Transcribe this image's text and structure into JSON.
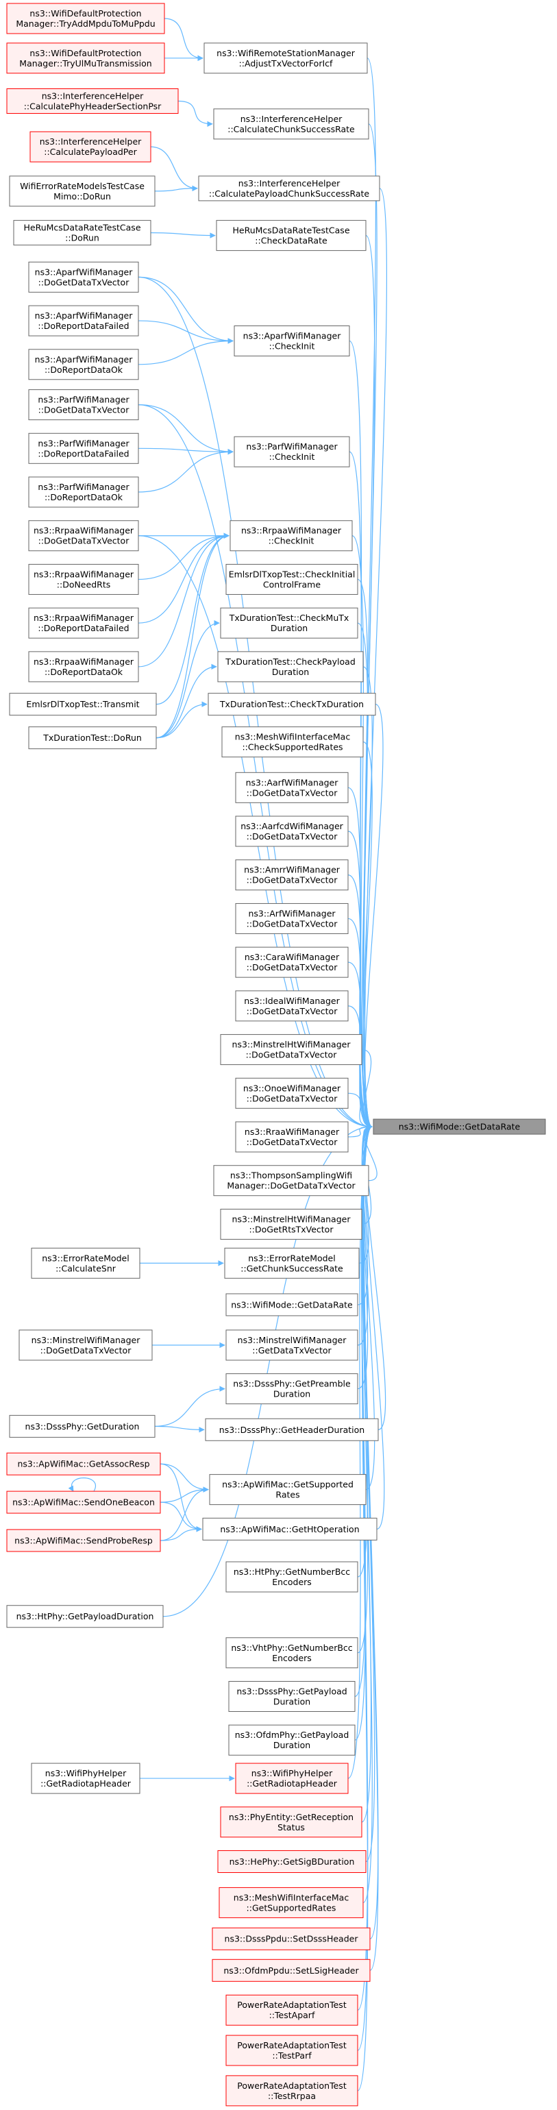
{
  "target": {
    "id": "target",
    "lines": [
      "ns3::WifiMode::GetDataRate"
    ]
  },
  "nodes": [
    {
      "id": "n1",
      "lines": [
        "ns3::WifiDefaultProtection",
        "Manager::TryAddMpduToMuPpdu"
      ],
      "red": true
    },
    {
      "id": "n2",
      "lines": [
        "ns3::WifiDefaultProtection",
        "Manager::TryUlMuTransmission"
      ],
      "red": true
    },
    {
      "id": "n3",
      "lines": [
        "ns3::WifiRemoteStationManager",
        "::AdjustTxVectorForIcf"
      ]
    },
    {
      "id": "n4",
      "lines": [
        "ns3::InterferenceHelper",
        "::CalculatePhyHeaderSectionPsr"
      ],
      "red": true
    },
    {
      "id": "n5",
      "lines": [
        "ns3::InterferenceHelper",
        "::CalculateChunkSuccessRate"
      ]
    },
    {
      "id": "n6",
      "lines": [
        "ns3::InterferenceHelper",
        "::CalculatePayloadPer"
      ],
      "red": true
    },
    {
      "id": "n7",
      "lines": [
        "WifiErrorRateModelsTestCase",
        "Mimo::DoRun"
      ]
    },
    {
      "id": "n8",
      "lines": [
        "ns3::InterferenceHelper",
        "::CalculatePayloadChunkSuccessRate"
      ]
    },
    {
      "id": "n9",
      "lines": [
        "HeRuMcsDataRateTestCase",
        "::DoRun"
      ]
    },
    {
      "id": "n10",
      "lines": [
        "HeRuMcsDataRateTestCase",
        "::CheckDataRate"
      ]
    },
    {
      "id": "n11",
      "lines": [
        "ns3::AparfWifiManager",
        "::DoGetDataTxVector"
      ]
    },
    {
      "id": "n12",
      "lines": [
        "ns3::AparfWifiManager",
        "::DoReportDataFailed"
      ]
    },
    {
      "id": "n13",
      "lines": [
        "ns3::AparfWifiManager",
        "::CheckInit"
      ]
    },
    {
      "id": "n14",
      "lines": [
        "ns3::AparfWifiManager",
        "::DoReportDataOk"
      ]
    },
    {
      "id": "n15",
      "lines": [
        "ns3::ParfWifiManager",
        "::DoGetDataTxVector"
      ]
    },
    {
      "id": "n16",
      "lines": [
        "ns3::ParfWifiManager",
        "::DoReportDataFailed"
      ]
    },
    {
      "id": "n17",
      "lines": [
        "ns3::ParfWifiManager",
        "::CheckInit"
      ]
    },
    {
      "id": "n18",
      "lines": [
        "ns3::ParfWifiManager",
        "::DoReportDataOk"
      ]
    },
    {
      "id": "n19",
      "lines": [
        "ns3::RrpaaWifiManager",
        "::DoGetDataTxVector"
      ]
    },
    {
      "id": "n20",
      "lines": [
        "ns3::RrpaaWifiManager",
        "::CheckInit"
      ]
    },
    {
      "id": "n21",
      "lines": [
        "ns3::RrpaaWifiManager",
        "::DoNeedRts"
      ]
    },
    {
      "id": "n22",
      "lines": [
        "EmlsrDlTxopTest::CheckInitial",
        "ControlFrame"
      ]
    },
    {
      "id": "n23",
      "lines": [
        "ns3::RrpaaWifiManager",
        "::DoReportDataFailed"
      ]
    },
    {
      "id": "n24",
      "lines": [
        "TxDurationTest::CheckMuTx",
        "Duration"
      ]
    },
    {
      "id": "n25",
      "lines": [
        "ns3::RrpaaWifiManager",
        "::DoReportDataOk"
      ]
    },
    {
      "id": "n26",
      "lines": [
        "TxDurationTest::CheckPayload",
        "Duration"
      ]
    },
    {
      "id": "n27",
      "lines": [
        "EmlsrDlTxopTest::Transmit"
      ]
    },
    {
      "id": "n28",
      "lines": [
        "TxDurationTest::CheckTxDuration"
      ]
    },
    {
      "id": "n29",
      "lines": [
        "TxDurationTest::DoRun"
      ]
    },
    {
      "id": "n30",
      "lines": [
        "ns3::MeshWifiInterfaceMac",
        "::CheckSupportedRates"
      ]
    },
    {
      "id": "n31",
      "lines": [
        "ns3::AarfWifiManager",
        "::DoGetDataTxVector"
      ]
    },
    {
      "id": "n32",
      "lines": [
        "ns3::AarfcdWifiManager",
        "::DoGetDataTxVector"
      ]
    },
    {
      "id": "n33",
      "lines": [
        "ns3::AmrrWifiManager",
        "::DoGetDataTxVector"
      ]
    },
    {
      "id": "n34",
      "lines": [
        "ns3::ArfWifiManager",
        "::DoGetDataTxVector"
      ]
    },
    {
      "id": "n35",
      "lines": [
        "ns3::CaraWifiManager",
        "::DoGetDataTxVector"
      ]
    },
    {
      "id": "n36",
      "lines": [
        "ns3::IdealWifiManager",
        "::DoGetDataTxVector"
      ]
    },
    {
      "id": "n37",
      "lines": [
        "ns3::MinstrelHtWifiManager",
        "::DoGetDataTxVector"
      ]
    },
    {
      "id": "n38",
      "lines": [
        "ns3::OnoeWifiManager",
        "::DoGetDataTxVector"
      ]
    },
    {
      "id": "n39",
      "lines": [
        "ns3::RraaWifiManager",
        "::DoGetDataTxVector"
      ]
    },
    {
      "id": "n40",
      "lines": [
        "ns3::ThompsonSamplingWifi",
        "Manager::DoGetDataTxVector"
      ]
    },
    {
      "id": "n41",
      "lines": [
        "ns3::MinstrelHtWifiManager",
        "::DoGetRtsTxVector"
      ]
    },
    {
      "id": "n42",
      "lines": [
        "ns3::ErrorRateModel",
        "::CalculateSnr"
      ]
    },
    {
      "id": "n43",
      "lines": [
        "ns3::ErrorRateModel",
        "::GetChunkSuccessRate"
      ]
    },
    {
      "id": "n44",
      "lines": [
        "ns3::WifiMode::GetDataRate"
      ]
    },
    {
      "id": "n45",
      "lines": [
        "ns3::MinstrelWifiManager",
        "::DoGetDataTxVector"
      ]
    },
    {
      "id": "n46",
      "lines": [
        "ns3::MinstrelWifiManager",
        "::GetDataTxVector"
      ]
    },
    {
      "id": "n47",
      "lines": [
        "ns3::DsssPhy::GetPreamble",
        "Duration"
      ]
    },
    {
      "id": "n48",
      "lines": [
        "ns3::DsssPhy::GetDuration"
      ]
    },
    {
      "id": "n49",
      "lines": [
        "ns3::DsssPhy::GetHeaderDuration"
      ]
    },
    {
      "id": "n50",
      "lines": [
        "ns3::ApWifiMac::GetAssocResp"
      ],
      "red": true
    },
    {
      "id": "n51",
      "lines": [
        "ns3::ApWifiMac::GetSupported",
        "Rates"
      ]
    },
    {
      "id": "n52",
      "lines": [
        "ns3::ApWifiMac::SendOneBeacon"
      ],
      "red": true
    },
    {
      "id": "n53",
      "lines": [
        "ns3::ApWifiMac::GetHtOperation"
      ]
    },
    {
      "id": "n54",
      "lines": [
        "ns3::ApWifiMac::SendProbeResp"
      ],
      "red": true
    },
    {
      "id": "n55",
      "lines": [
        "ns3::HtPhy::GetNumberBcc",
        "Encoders"
      ]
    },
    {
      "id": "n56",
      "lines": [
        "ns3::HtPhy::GetPayloadDuration"
      ]
    },
    {
      "id": "n57",
      "lines": [
        "ns3::VhtPhy::GetNumberBcc",
        "Encoders"
      ]
    },
    {
      "id": "n58",
      "lines": [
        "ns3::DsssPhy::GetPayload",
        "Duration"
      ]
    },
    {
      "id": "n59",
      "lines": [
        "ns3::OfdmPhy::GetPayload",
        "Duration"
      ]
    },
    {
      "id": "n60",
      "lines": [
        "ns3::WifiPhyHelper",
        "::GetRadiotapHeader"
      ]
    },
    {
      "id": "n61",
      "lines": [
        "ns3::WifiPhyHelper",
        "::GetRadiotapHeader"
      ],
      "red": true
    },
    {
      "id": "n62",
      "lines": [
        "ns3::PhyEntity::GetReception",
        "Status"
      ],
      "red": true
    },
    {
      "id": "n63",
      "lines": [
        "ns3::HePhy::GetSigBDuration"
      ],
      "red": true
    },
    {
      "id": "n64",
      "lines": [
        "ns3::MeshWifiInterfaceMac",
        "::GetSupportedRates"
      ],
      "red": true
    },
    {
      "id": "n65",
      "lines": [
        "ns3::DsssPpdu::SetDsssHeader"
      ],
      "red": true
    },
    {
      "id": "n66",
      "lines": [
        "ns3::OfdmPpdu::SetLSigHeader"
      ],
      "red": true
    },
    {
      "id": "n67",
      "lines": [
        "PowerRateAdaptationTest",
        "::TestAparf"
      ],
      "red": true
    },
    {
      "id": "n68",
      "lines": [
        "PowerRateAdaptationTest",
        "::TestParf"
      ],
      "red": true
    },
    {
      "id": "n69",
      "lines": [
        "PowerRateAdaptationTest",
        "::TestRrpaa"
      ],
      "red": true
    }
  ],
  "edges": [
    [
      "n1",
      "n3"
    ],
    [
      "n2",
      "n3"
    ],
    [
      "n4",
      "n5"
    ],
    [
      "n6",
      "n8"
    ],
    [
      "n7",
      "n8"
    ],
    [
      "n9",
      "n10"
    ],
    [
      "n11",
      "n13"
    ],
    [
      "n12",
      "n13"
    ],
    [
      "n14",
      "n13"
    ],
    [
      "n15",
      "n17"
    ],
    [
      "n16",
      "n17"
    ],
    [
      "n18",
      "n17"
    ],
    [
      "n19",
      "n20"
    ],
    [
      "n21",
      "n20"
    ],
    [
      "n23",
      "n20"
    ],
    [
      "n25",
      "n20"
    ],
    [
      "n27",
      "n20"
    ],
    [
      "n29",
      "n20"
    ],
    [
      "n29",
      "n24"
    ],
    [
      "n29",
      "n26"
    ],
    [
      "n29",
      "n28"
    ],
    [
      "n42",
      "n43"
    ],
    [
      "n45",
      "n46"
    ],
    [
      "n48",
      "n47"
    ],
    [
      "n48",
      "n49"
    ],
    [
      "n50",
      "n51"
    ],
    [
      "n50",
      "n53"
    ],
    [
      "n52",
      "n51"
    ],
    [
      "n52",
      "n53"
    ],
    [
      "n52",
      "n52"
    ],
    [
      "n54",
      "n51"
    ],
    [
      "n54",
      "n53"
    ],
    [
      "n60",
      "n61"
    ],
    [
      "n3",
      "target"
    ],
    [
      "n5",
      "target"
    ],
    [
      "n8",
      "target"
    ],
    [
      "n10",
      "target"
    ],
    [
      "n11",
      "target"
    ],
    [
      "n13",
      "target"
    ],
    [
      "n15",
      "target"
    ],
    [
      "n17",
      "target"
    ],
    [
      "n19",
      "target"
    ],
    [
      "n20",
      "target"
    ],
    [
      "n22",
      "target"
    ],
    [
      "n24",
      "target"
    ],
    [
      "n26",
      "target"
    ],
    [
      "n28",
      "target"
    ],
    [
      "n30",
      "target"
    ],
    [
      "n31",
      "target"
    ],
    [
      "n32",
      "target"
    ],
    [
      "n33",
      "target"
    ],
    [
      "n34",
      "target"
    ],
    [
      "n35",
      "target"
    ],
    [
      "n36",
      "target"
    ],
    [
      "n37",
      "target"
    ],
    [
      "n38",
      "target"
    ],
    [
      "n39",
      "target"
    ],
    [
      "n40",
      "target"
    ],
    [
      "n41",
      "target"
    ],
    [
      "n43",
      "target"
    ],
    [
      "n44",
      "target"
    ],
    [
      "n46",
      "target"
    ],
    [
      "n47",
      "target"
    ],
    [
      "n49",
      "target"
    ],
    [
      "n51",
      "target"
    ],
    [
      "n53",
      "target"
    ],
    [
      "n55",
      "target"
    ],
    [
      "n56",
      "target"
    ],
    [
      "n57",
      "target"
    ],
    [
      "n58",
      "target"
    ],
    [
      "n59",
      "target"
    ],
    [
      "n61",
      "target"
    ],
    [
      "n62",
      "target"
    ],
    [
      "n63",
      "target"
    ],
    [
      "n64",
      "target"
    ],
    [
      "n65",
      "target"
    ],
    [
      "n66",
      "target"
    ],
    [
      "n67",
      "target"
    ],
    [
      "n68",
      "target"
    ],
    [
      "n69",
      "target"
    ]
  ]
}
